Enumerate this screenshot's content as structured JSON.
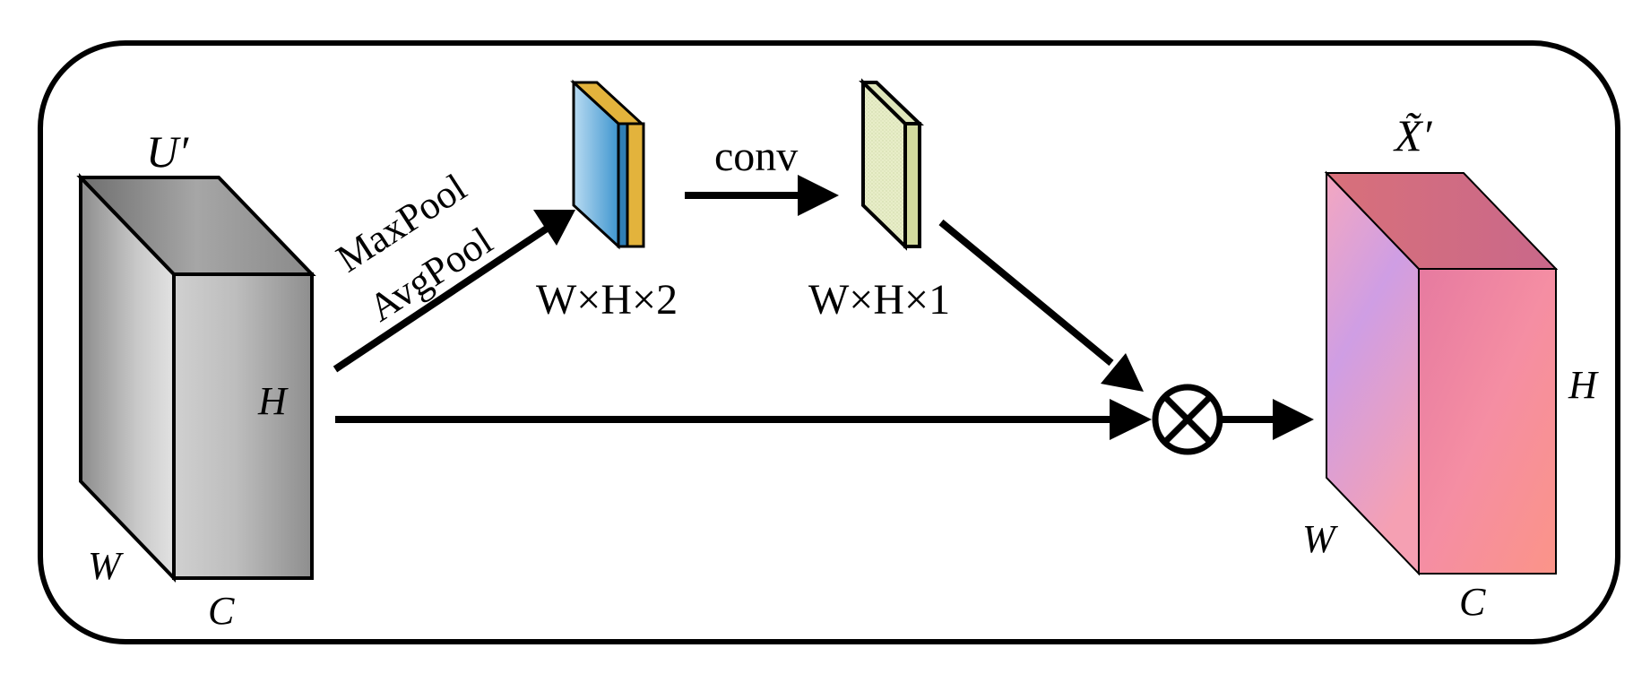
{
  "diagram": {
    "input_tensor": {
      "label": "U′",
      "dim_height": "H",
      "dim_width": "W",
      "dim_channel": "C"
    },
    "pool_ops": {
      "maxpool": "MaxPool",
      "avgpool": "AvgPool"
    },
    "pooled_map": {
      "shape_label": "W×H×2"
    },
    "conv_op": {
      "label": "conv"
    },
    "attention_map": {
      "shape_label": "W×H×1"
    },
    "multiply_op": {
      "symbol": "⊗"
    },
    "output_tensor": {
      "label": "X̃′",
      "dim_height": "H",
      "dim_width": "W",
      "dim_channel": "C"
    }
  },
  "colors": {
    "stroke": "#000000",
    "input_tensor": "#a8a8a8",
    "pooled_blue": "#4aa3d6",
    "pooled_orange": "#e3b33c",
    "attention_map": "#e6ecc6",
    "output_pink": "#f08aa2",
    "output_violet": "#d19ae0"
  }
}
